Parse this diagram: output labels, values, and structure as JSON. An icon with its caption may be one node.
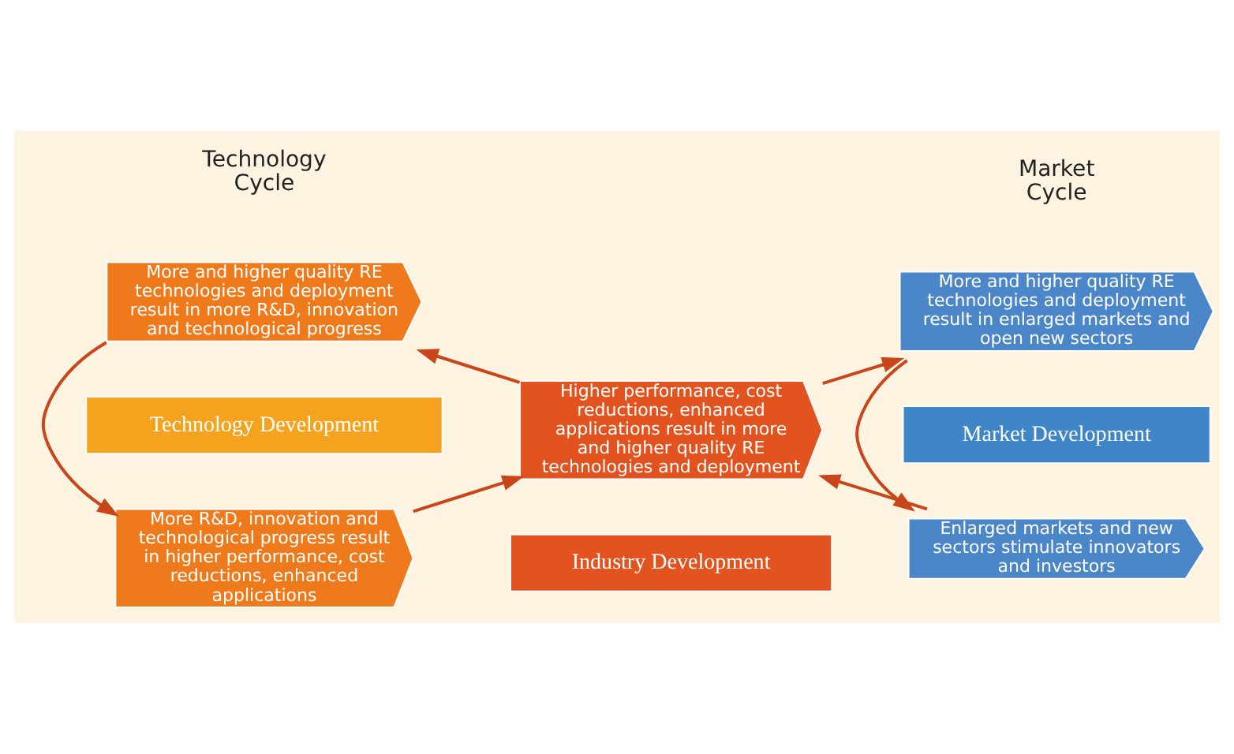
{
  "diagram": {
    "nodes": [
      {
        "text": [
          "More R&D, innovation and technological progress result in higher performance, cost reductions, enhanced applications"
        ]
      },
      {
        "text": [
          "Higher performance, cost reductions, enhanced applications result in more and higher quality RE technologies and deployment"
        ]
      },
      {
        "text": [
          "More and higher quality RE technologies and deployment result in more R&D, innovation and technological progress"
        ]
      },
      {
        "text": [
          "More and higher quality RE technologies and deployment result in enlarged markets and open new sectors"
        ]
      },
      {
        "text": [
          "Enlarged markets and new sectors stimulate innovators and investors"
        ]
      },
      {
        "text": [
          "Technology Development"
        ]
      },
      {
        "text": [
          "Industry Development"
        ]
      },
      {
        "text": [
          "Market Development"
        ]
      }
    ],
    "edges": [
      {
        "from": 0,
        "to": 1,
        "arrow": "to"
      },
      {
        "from": 1,
        "to": 2,
        "arrow": "to"
      },
      {
        "from": 2,
        "to": 0,
        "arrow": "to"
      },
      {
        "from": 1,
        "to": 3,
        "arrow": "to"
      },
      {
        "from": 3,
        "to": 4,
        "arrow": "to"
      },
      {
        "from": 4,
        "to": 1,
        "arrow": "to"
      }
    ],
    "labels": [
      "Technology Cycle",
      "Market Cycle"
    ]
  }
}
